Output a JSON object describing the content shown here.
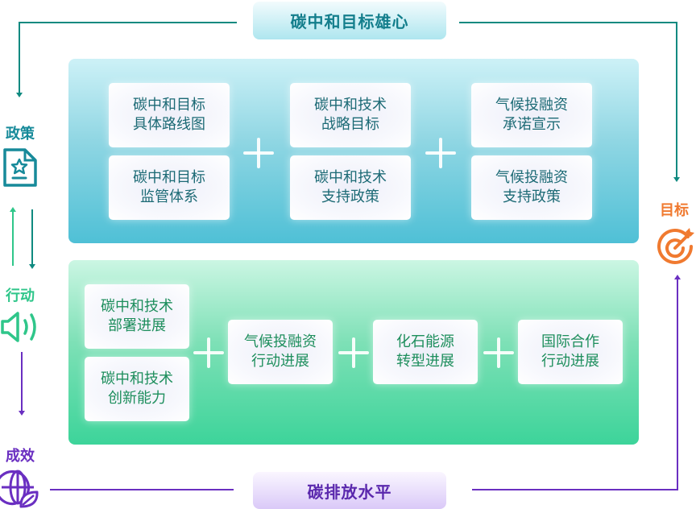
{
  "colors": {
    "policy": "#178a9a",
    "action": "#2fc68a",
    "outcome": "#6a2fc1",
    "target": "#f07a30",
    "connector_teal": "#0f8a80"
  },
  "header": {
    "title": "碳中和目标雄心"
  },
  "footer": {
    "title": "碳排放水平"
  },
  "side": {
    "policy": {
      "label": "政策",
      "icon": "document-star-icon"
    },
    "action": {
      "label": "行动",
      "icon": "speaker-icon"
    },
    "outcome": {
      "label": "成效",
      "icon": "globe-leaf-icon"
    },
    "target": {
      "label": "目标",
      "icon": "target-arrow-icon"
    }
  },
  "goal_panel": {
    "groups": [
      {
        "cards": [
          {
            "line1": "碳中和目标",
            "line2": "具体路线图"
          },
          {
            "line1": "碳中和目标",
            "line2": "监管体系"
          }
        ]
      },
      {
        "cards": [
          {
            "line1": "碳中和技术",
            "line2": "战略目标"
          },
          {
            "line1": "碳中和技术",
            "line2": "支持政策"
          }
        ]
      },
      {
        "cards": [
          {
            "line1": "气候投融资",
            "line2": "承诺宣示"
          },
          {
            "line1": "气候投融资",
            "line2": "支持政策"
          }
        ]
      }
    ]
  },
  "action_panel": {
    "groups": [
      {
        "cards": [
          {
            "line1": "碳中和技术",
            "line2": "部署进展"
          },
          {
            "line1": "碳中和技术",
            "line2": "创新能力"
          }
        ]
      },
      {
        "cards": [
          {
            "line1": "气候投融资",
            "line2": "行动进展"
          }
        ]
      },
      {
        "cards": [
          {
            "line1": "化石能源",
            "line2": "转型进展"
          }
        ]
      },
      {
        "cards": [
          {
            "line1": "国际合作",
            "line2": "行动进展"
          }
        ]
      }
    ]
  }
}
